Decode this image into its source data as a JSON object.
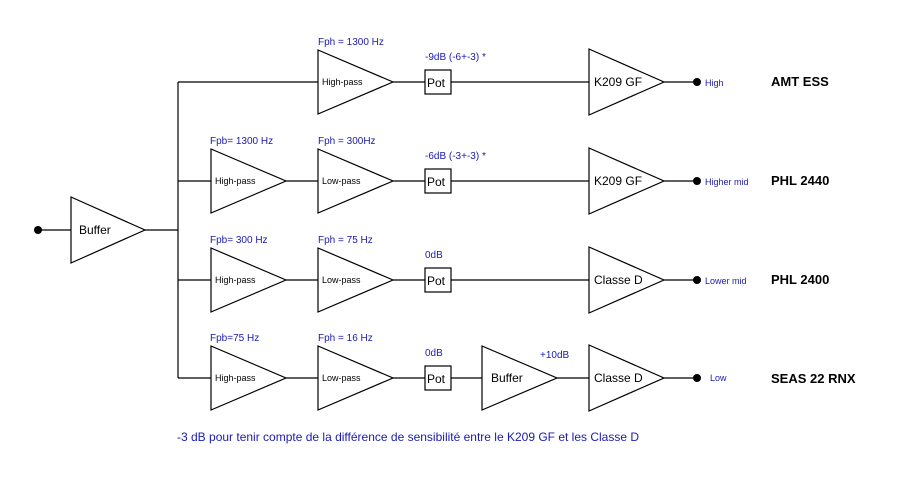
{
  "input_buffer_label": "Buffer",
  "channels": [
    {
      "filter1_label": "",
      "filter1_annotation": "",
      "filter2_label": "High-pass",
      "filter2_annotation": "Fph = 1300 Hz",
      "pot_label": "Pot",
      "pot_annotation": "-9dB (-6+-3) *",
      "extra_buffer_label": "",
      "extra_buffer_annotation": "",
      "amp_label": "K209 GF",
      "output_label": "High",
      "speaker": "AMT ESS"
    },
    {
      "filter1_label": "High-pass",
      "filter1_annotation": "Fpb= 1300 Hz",
      "filter2_label": "Low-pass",
      "filter2_annotation": "Fph = 300Hz",
      "pot_label": "Pot",
      "pot_annotation": "-6dB (-3+-3) *",
      "extra_buffer_label": "",
      "extra_buffer_annotation": "",
      "amp_label": "K209 GF",
      "output_label": "Higher mid",
      "speaker": "PHL 2440"
    },
    {
      "filter1_label": "High-pass",
      "filter1_annotation": "Fpb= 300 Hz",
      "filter2_label": "Low-pass",
      "filter2_annotation": "Fph = 75 Hz",
      "pot_label": "Pot",
      "pot_annotation": "0dB",
      "extra_buffer_label": "",
      "extra_buffer_annotation": "",
      "amp_label": "Classe D",
      "output_label": "Lower mid",
      "speaker": "PHL 2400"
    },
    {
      "filter1_label": "High-pass",
      "filter1_annotation": "Fpb=75 Hz",
      "filter2_label": "Low-pass",
      "filter2_annotation": "Fph = 16 Hz",
      "pot_label": "Pot",
      "pot_annotation": "0dB",
      "extra_buffer_label": "Buffer",
      "extra_buffer_annotation": "+10dB",
      "amp_label": "Classe D",
      "output_label": "Low",
      "speaker": "SEAS 22 RNX"
    }
  ],
  "footnote": "-3 dB pour tenir compte de la différence de sensibilité entre le K209 GF et les Classe D"
}
